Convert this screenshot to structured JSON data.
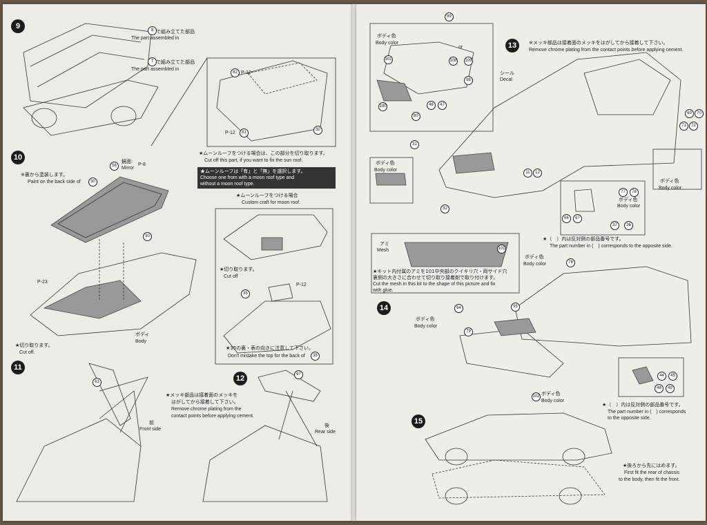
{
  "left": {
    "step9": {
      "number": "9",
      "assembled_a_jp": "で組み立てた部品",
      "assembled_a_en": "The part assembled in",
      "assembled_a_ref": "8",
      "assembled_b_jp": "で組み立てた部品",
      "assembled_b_en": "The part assembled in",
      "assembled_b_ref": "7",
      "part_30": "30",
      "part_82": "82",
      "part_81": "81",
      "p_ref_82": "P-12",
      "p_ref_81": "P-12"
    },
    "step10": {
      "number": "10",
      "paint_jp": "※裏から塗装します。",
      "paint_en": "Paint on the back side of",
      "paint_ref": "30",
      "mirror_jp": "鏡面:",
      "mirror_en": "Mirror",
      "mirror_p": "P-8",
      "part_56": "56",
      "sunroof_jp": "★ムーンルーフをつける場合は、この部分を切り取ります。",
      "sunroof_en": "Cut off this part, if you want to fix the sun roof.",
      "choose_jp": "★ムーンルーフは「有」と「無」を選択します。",
      "choose_en1": "Choose one from with a moon roof type and",
      "choose_en2": "without a moon roof type.",
      "custom_jp": "★ムーンルーフをつける場合",
      "custom_en": "Custom craft for moon roof.",
      "cutoff_jp": "★切り取ります。",
      "cutoff_en": "Cut off",
      "part_35": "35",
      "p_ref_35": "P-12",
      "mistake_jp": "★35の裏・表の向きに注意して下さい。",
      "mistake_en": "Don't mistake the top for the back of",
      "mistake_ref": "35",
      "part_30": "30",
      "body_jp": "ボディ",
      "body_en": "Body",
      "cutoff2_jp": "★切り取ります。",
      "cutoff2_en": "Cut off.",
      "p_ref_body": "P-23"
    },
    "step11": {
      "number": "11",
      "part_63": "63",
      "front_jp": "前",
      "front_en": "Front side"
    },
    "step12": {
      "number": "12",
      "part_97": "97",
      "chrome_jp1": "★メッキ部品は接着面のメッキを",
      "chrome_jp2": "はがしてから接着して下さい。",
      "chrome_en1": "Remove chrome plating from the",
      "chrome_en2": "contact points before applying cement.",
      "rear_jp": "後",
      "rear_en": "Rear side"
    }
  },
  "right": {
    "step13": {
      "number": "13",
      "chrome_jp": "※メッキ部品は接着面のメッキをはがしてから接着して下さい。",
      "chrome_en": "Remove chrome plating from the contact points before applying cement.",
      "bodycolor_jp": "ボディ色",
      "bodycolor_en": "Body color",
      "decal_jp": "シール",
      "decal_en": "Decal",
      "or_label": "or",
      "parts": [
        "99",
        "101",
        "100",
        "46",
        "47",
        "80",
        "98",
        "108",
        "109",
        "31",
        "32",
        "69",
        "70",
        "71",
        "72",
        "11",
        "12",
        "77",
        "78",
        "66",
        "67",
        "37",
        "36"
      ],
      "opposite_jp": "★（　）内は反対側の部品番号です。",
      "opposite_en": "The part number in (　) corresponds to the opposite side.",
      "mesh_jp": "アミ",
      "mesh_en": "Mesh",
      "mesh_note_jp1": "★キット内付属のアミを101中央部のクイキリ穴・両サイド穴",
      "mesh_note_jp2": "裏側の大きさに合わせて切り取り接着剤で取り付けます。",
      "mesh_note_en1": "Cut the mesh in this kit to the shape of this picture and fix",
      "mesh_note_en2": "with glue."
    },
    "step14": {
      "number": "14",
      "bodycolor_jp": "ボディ色",
      "bodycolor_en": "Body color",
      "parts": [
        "64",
        "79",
        "95",
        "76",
        "102",
        "44",
        "45",
        "48",
        "49"
      ],
      "opposite_jp": "★（　）内は反対側の部品番号です。",
      "opposite_en1": "The part number in (　) corresponds",
      "opposite_en2": "to the opposite side."
    },
    "step15": {
      "number": "15",
      "fit_jp": "★後ろから先にはめます。",
      "fit_en1": "First fit the rear of chassis",
      "fit_en2": "to the body, then fit the front."
    }
  }
}
